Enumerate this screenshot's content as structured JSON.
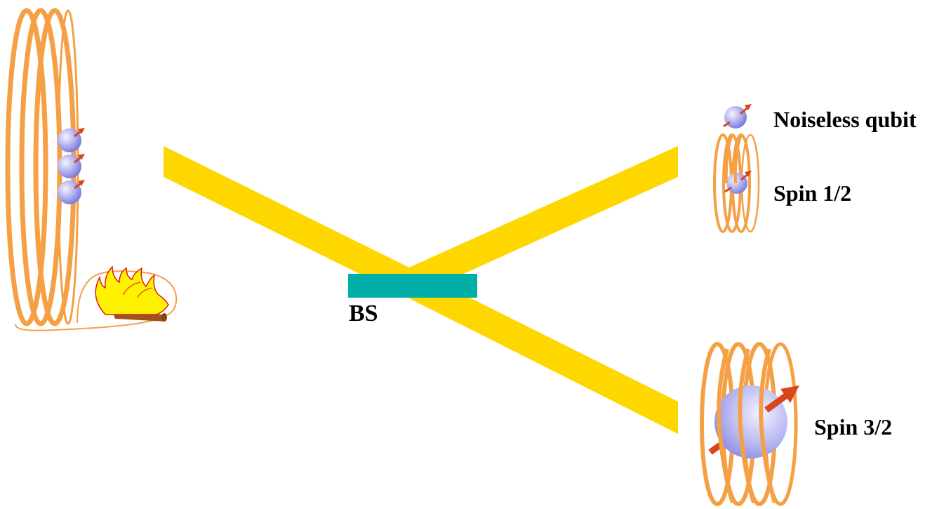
{
  "labels": {
    "beam_splitter": "BS",
    "noiseless_qubit": "Noiseless qubit",
    "spin_half": "Spin 1/2",
    "spin_three_halves": "Spin 3/2"
  },
  "colors": {
    "beam": "#FFD700",
    "beam_splitter": "#00AFA8",
    "coil": "#F5A045",
    "coil_dark": "#E8872A",
    "arrow": "#D8461A",
    "sphere_light": "#EEEEFF",
    "sphere_dark": "#7777DD",
    "flame_fill": "#FFF200",
    "flame_edge": "#E01A12",
    "log": "#A0521C",
    "text": "#000000"
  },
  "icons": [
    "coil-icon",
    "qubit-sphere-icon",
    "spin-arrow-icon",
    "flame-icon",
    "log-icon"
  ]
}
